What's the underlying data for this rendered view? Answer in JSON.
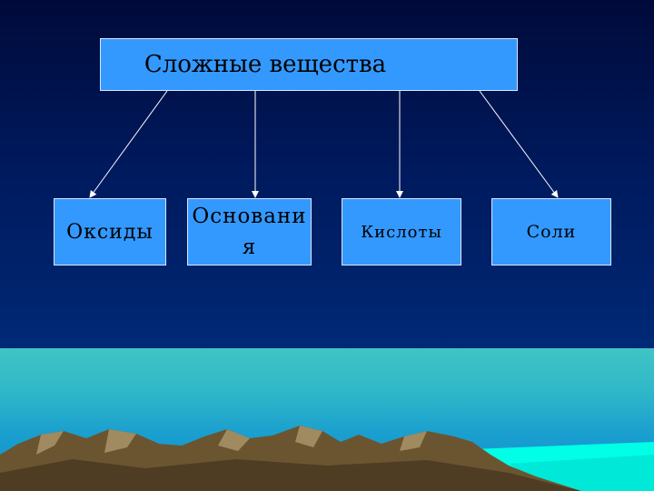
{
  "diagram": {
    "root": {
      "label": "Сложные вещества"
    },
    "children": [
      {
        "label": "Оксиды"
      },
      {
        "label": "Основания"
      },
      {
        "label": "Кислоты"
      },
      {
        "label": "Соли"
      }
    ]
  },
  "colors": {
    "box_fill": "#3399ff",
    "box_border": "#d8e8ff",
    "sky_top": "#000a3a",
    "sky_bottom": "#002a78",
    "sea": "#40c4c4",
    "mountains": "#6b5530",
    "lagoon": "#00ffe6"
  }
}
